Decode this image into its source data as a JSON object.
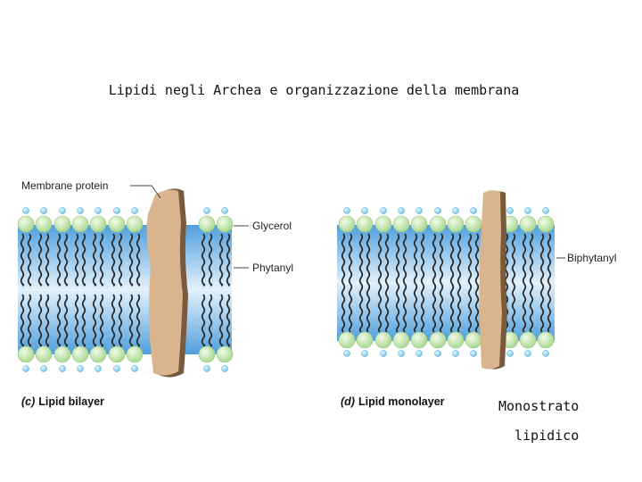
{
  "title": "Lipidi negli Archea e organizzazione della membrana",
  "panel_c": {
    "label_membrane_protein": "Membrane protein",
    "label_glycerol": "Glycerol",
    "label_phytanyl": "Phytanyl",
    "caption_letter": "(c)",
    "caption_text": "Lipid bilayer"
  },
  "panel_d": {
    "label_biphytanyl": "Biphytanyl",
    "caption_letter": "(d)",
    "caption_text": "Lipid monolayer"
  },
  "note": {
    "line1": "Monostrato",
    "line2": "lipidico"
  },
  "colors": {
    "membrane_blue": "#5aa6e0",
    "membrane_light": "#dceefb",
    "glycerol_head": "#bfe3a8",
    "glycerol_small": "#8fd0f0",
    "protein": "#d9b48c",
    "protein_shadow": "#7a5a3c",
    "chain": "#2a2a2a"
  }
}
